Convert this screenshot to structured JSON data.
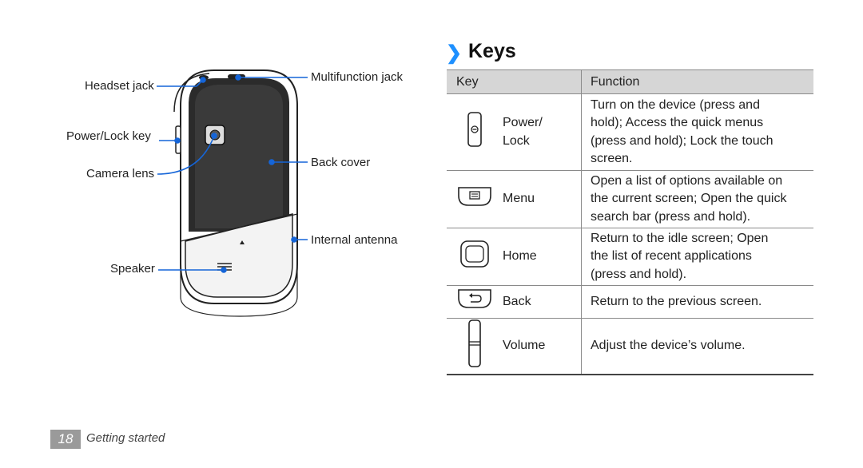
{
  "figure": {
    "labels": {
      "headset_jack": "Headset jack",
      "multifunction_jack": "Multifunction jack",
      "power_lock_key": "Power/Lock key",
      "camera_lens": "Camera lens",
      "back_cover": "Back cover",
      "internal_antenna": "Internal antenna",
      "speaker": "Speaker"
    },
    "callout_color": "#1565d8"
  },
  "section": {
    "chevron": "❯",
    "title": "Keys",
    "accent_color": "#1e90ff"
  },
  "table": {
    "headers": {
      "key": "Key",
      "function": "Function"
    },
    "rows": [
      {
        "icon": "power-lock-key-icon",
        "name_lines": [
          "Power/",
          "Lock"
        ],
        "function_lines": [
          "Turn on the device (press and",
          "hold); Access the quick menus",
          "(press and hold); Lock the touch",
          "screen."
        ]
      },
      {
        "icon": "menu-key-icon",
        "name_lines": [
          "Menu"
        ],
        "function_lines": [
          "Open a list of options available on",
          "the current screen; Open the quick",
          "search bar (press and hold)."
        ]
      },
      {
        "icon": "home-key-icon",
        "name_lines": [
          "Home"
        ],
        "function_lines": [
          "Return to the idle screen; Open",
          "the list of recent applications",
          "(press and hold)."
        ]
      },
      {
        "icon": "back-key-icon",
        "name_lines": [
          "Back"
        ],
        "function_lines": [
          "Return to the previous screen."
        ]
      },
      {
        "icon": "volume-key-icon",
        "name_lines": [
          "Volume"
        ],
        "function_lines": [
          "Adjust the device’s volume."
        ]
      }
    ]
  },
  "footer": {
    "page_number": "18",
    "chapter": "Getting started"
  }
}
